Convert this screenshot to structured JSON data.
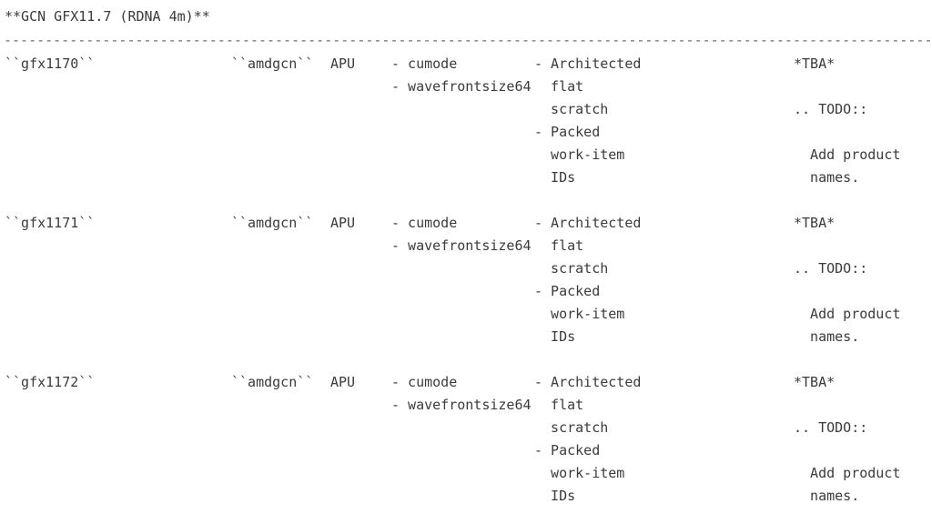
{
  "doc": {
    "title": "**GCN GFX11.7 (RDNA 4m)**",
    "separator": "-----------------------------------------------------------------------------------------------------------------"
  },
  "table": {
    "rows": [
      {
        "processor": "``gfx1170``",
        "target_triple": "``amdgcn``",
        "kind": "APU",
        "features": [
          "- cumode",
          "- wavefrontsize64"
        ],
        "flat_scratch": [
          "- Architected",
          "  flat",
          "  scratch",
          "- Packed",
          "  work-item",
          "  IDs"
        ],
        "notes": [
          "*TBA*",
          "",
          ".. TODO::",
          "",
          "  Add product",
          "  names."
        ]
      },
      {
        "processor": "``gfx1171``",
        "target_triple": "``amdgcn``",
        "kind": "APU",
        "features": [
          "- cumode",
          "- wavefrontsize64"
        ],
        "flat_scratch": [
          "- Architected",
          "  flat",
          "  scratch",
          "- Packed",
          "  work-item",
          "  IDs"
        ],
        "notes": [
          "*TBA*",
          "",
          ".. TODO::",
          "",
          "  Add product",
          "  names."
        ]
      },
      {
        "processor": "``gfx1172``",
        "target_triple": "``amdgcn``",
        "kind": "APU",
        "features": [
          "- cumode",
          "- wavefrontsize64"
        ],
        "flat_scratch": [
          "- Architected",
          "  flat",
          "  scratch",
          "- Packed",
          "  work-item",
          "  IDs"
        ],
        "notes": [
          "*TBA*",
          "",
          ".. TODO::",
          "",
          "  Add product",
          "  names."
        ]
      }
    ]
  },
  "colors": {
    "background": "#ffffff",
    "text": "#3b3b3b",
    "separator": "#6b6b6b"
  }
}
